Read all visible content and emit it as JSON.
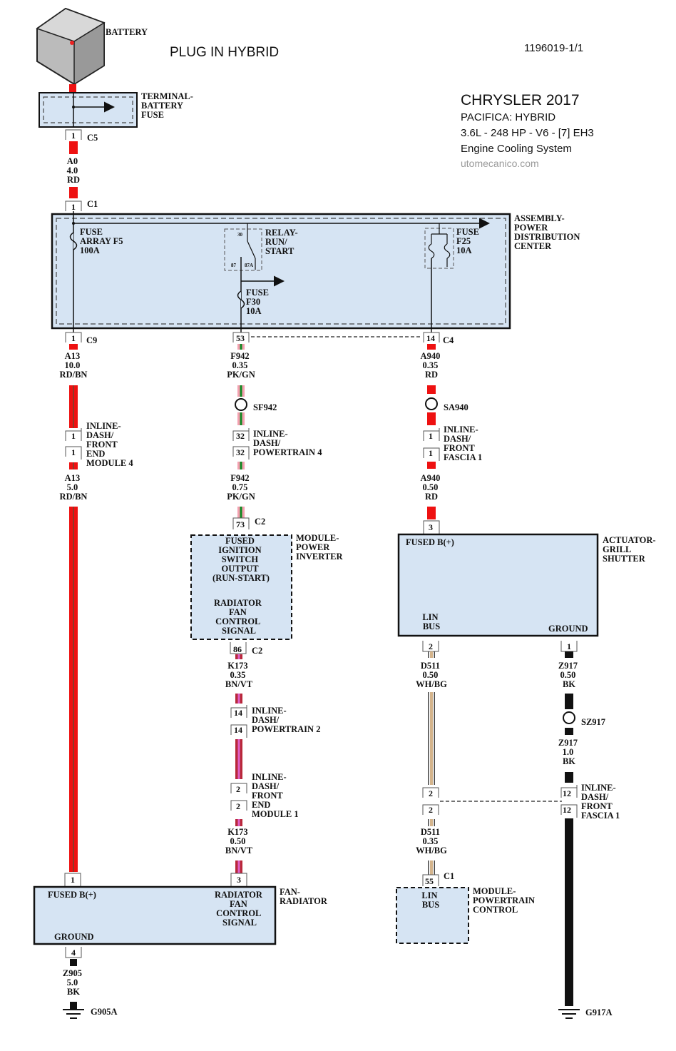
{
  "header": {
    "title": "PLUG IN HYBRID",
    "doc_id": "1196019-1/1",
    "make": "CHRYSLER 2017",
    "model": "PACIFICA: HYBRID",
    "engine": "3.6L - 248 HP - V6 - [7] EH3",
    "system": "Engine Cooling System",
    "watermark": "utomecanico.com"
  },
  "colors": {
    "red": "#ee1111",
    "box_fill": "#d6e4f3",
    "pink": "#f4a0b0",
    "green": "#118822",
    "brown": "#b8283a",
    "violet": "#e060c8",
    "beige": "#d4b48c",
    "black": "#111111"
  },
  "components": {
    "battery": "BATTERY",
    "terminal_fuse": [
      "TERMINAL-",
      "BATTERY",
      "FUSE"
    ],
    "pdc": [
      "ASSEMBLY-",
      "POWER",
      "DISTRIBUTION",
      "CENTER"
    ],
    "fuse_f5": [
      "FUSE",
      "ARRAY F5",
      "100A"
    ],
    "relay": [
      "RELAY-",
      "RUN/",
      "START"
    ],
    "relay_pins": [
      "30",
      "87",
      "87A"
    ],
    "fuse_f30": [
      "FUSE",
      "F30",
      "10A"
    ],
    "fuse_f25": [
      "FUSE",
      "F25",
      "10A"
    ],
    "power_inverter": {
      "name": [
        "MODULE-",
        "POWER",
        "INVERTER"
      ],
      "pin_in": [
        "FUSED",
        "IGNITION",
        "SWITCH",
        "OUTPUT",
        "(RUN-START)"
      ],
      "pin_out": [
        "RADIATOR",
        "FAN",
        "CONTROL",
        "SIGNAL"
      ]
    },
    "grill_shutter": {
      "name": [
        "ACTUATOR-",
        "GRILL",
        "SHUTTER"
      ],
      "fused": "FUSED B(+)",
      "lin": [
        "LIN",
        "BUS"
      ],
      "ground": "GROUND"
    },
    "fan_radiator": {
      "name": [
        "FAN-",
        "RADIATOR"
      ],
      "fused": "FUSED B(+)",
      "signal": [
        "RADIATOR",
        "FAN",
        "CONTROL",
        "SIGNAL"
      ],
      "ground": "GROUND"
    },
    "pcm": {
      "name": [
        "MODULE-",
        "POWERTRAIN",
        "CONTROL"
      ],
      "lin": [
        "LIN",
        "BUS"
      ]
    }
  },
  "connectors": {
    "c5": {
      "pin": "1",
      "name": "C5"
    },
    "c1_top": {
      "pin": "1",
      "name": "C1"
    },
    "c9": {
      "pin": "1",
      "name": "C9"
    },
    "p53": {
      "pin": "53"
    },
    "c4": {
      "pin": "14",
      "name": "C4"
    },
    "inline_fem4": {
      "pins": [
        "1",
        "1"
      ],
      "name": [
        "INLINE-",
        "DASH/",
        "FRONT",
        "END",
        "MODULE 4"
      ]
    },
    "inline_pt4": {
      "pins": [
        "32",
        "32"
      ],
      "name": [
        "INLINE-",
        "DASH/",
        "POWERTRAIN 4"
      ]
    },
    "inline_ff1a": {
      "pins": [
        "1",
        "1"
      ],
      "name": [
        "INLINE-",
        "DASH/",
        "FRONT",
        "FASCIA 1"
      ]
    },
    "c2_73": {
      "pin": "73",
      "name": "C2"
    },
    "p3": {
      "pin": "3"
    },
    "c2_86": {
      "pin": "86",
      "name": "C2"
    },
    "p2_shutter": {
      "pin": "2"
    },
    "p1_shutter": {
      "pin": "1"
    },
    "inline_pt2": {
      "pins": [
        "14",
        "14"
      ],
      "name": [
        "INLINE-",
        "DASH/",
        "POWERTRAIN 2"
      ]
    },
    "inline_fem1": {
      "pins": [
        "2",
        "2"
      ],
      "name": [
        "INLINE-",
        "DASH/",
        "FRONT",
        "END",
        "MODULE 1"
      ]
    },
    "inline_lin": {
      "pins": [
        "2",
        "2"
      ]
    },
    "inline_ff1b": {
      "pins": [
        "12",
        "12"
      ],
      "name": [
        "INLINE-",
        "DASH/",
        "FRONT",
        "FASCIA 1"
      ]
    },
    "fan_p1": {
      "pin": "1"
    },
    "fan_p3": {
      "pin": "3"
    },
    "fan_p4": {
      "pin": "4"
    },
    "c1_55": {
      "pin": "55",
      "name": "C1"
    }
  },
  "wires": {
    "a0": [
      "A0",
      "4.0",
      "RD"
    ],
    "a13_a": [
      "A13",
      "10.0",
      "RD/BN"
    ],
    "a13_b": [
      "A13",
      "5.0",
      "RD/BN"
    ],
    "f942_a": [
      "F942",
      "0.35",
      "PK/GN"
    ],
    "f942_b": [
      "F942",
      "0.75",
      "PK/GN"
    ],
    "a940_a": [
      "A940",
      "0.35",
      "RD"
    ],
    "a940_b": [
      "A940",
      "0.50",
      "RD"
    ],
    "k173_a": [
      "K173",
      "0.35",
      "BN/VT"
    ],
    "k173_b": [
      "K173",
      "0.50",
      "BN/VT"
    ],
    "d511_a": [
      "D511",
      "0.50",
      "WH/BG"
    ],
    "d511_b": [
      "D511",
      "0.35",
      "WH/BG"
    ],
    "z917_a": [
      "Z917",
      "0.50",
      "BK"
    ],
    "z917_b": [
      "Z917",
      "1.0",
      "BK"
    ],
    "z905": [
      "Z905",
      "5.0",
      "BK"
    ]
  },
  "splices": {
    "sf942": "SF942",
    "sa940": "SA940",
    "sz917": "SZ917"
  },
  "grounds": {
    "g905a": "G905A",
    "g917a": "G917A"
  }
}
